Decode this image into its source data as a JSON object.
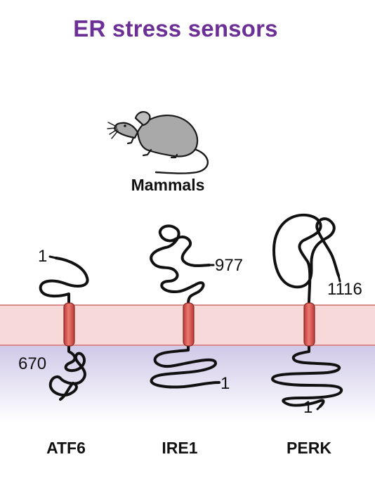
{
  "title": "ER stress sensors",
  "organism": "Mammals",
  "proteins": [
    {
      "name": "ATF6",
      "n_terminus": "1",
      "c_terminus": "670"
    },
    {
      "name": "IRE1",
      "n_terminus": "1",
      "c_terminus": "977"
    },
    {
      "name": "PERK",
      "n_terminus": "1",
      "c_terminus": "1116"
    }
  ],
  "colors": {
    "title": "#6b2f96",
    "membrane_band": "#f7d9d9",
    "membrane_edge": "#d98a8a",
    "lumen_tint": "#dcd6ee",
    "transmembrane_domain": "#d9534f",
    "protein_chain": "#111111",
    "mouse_body": "#a9a9a9"
  },
  "icons": [
    "mouse-icon"
  ]
}
